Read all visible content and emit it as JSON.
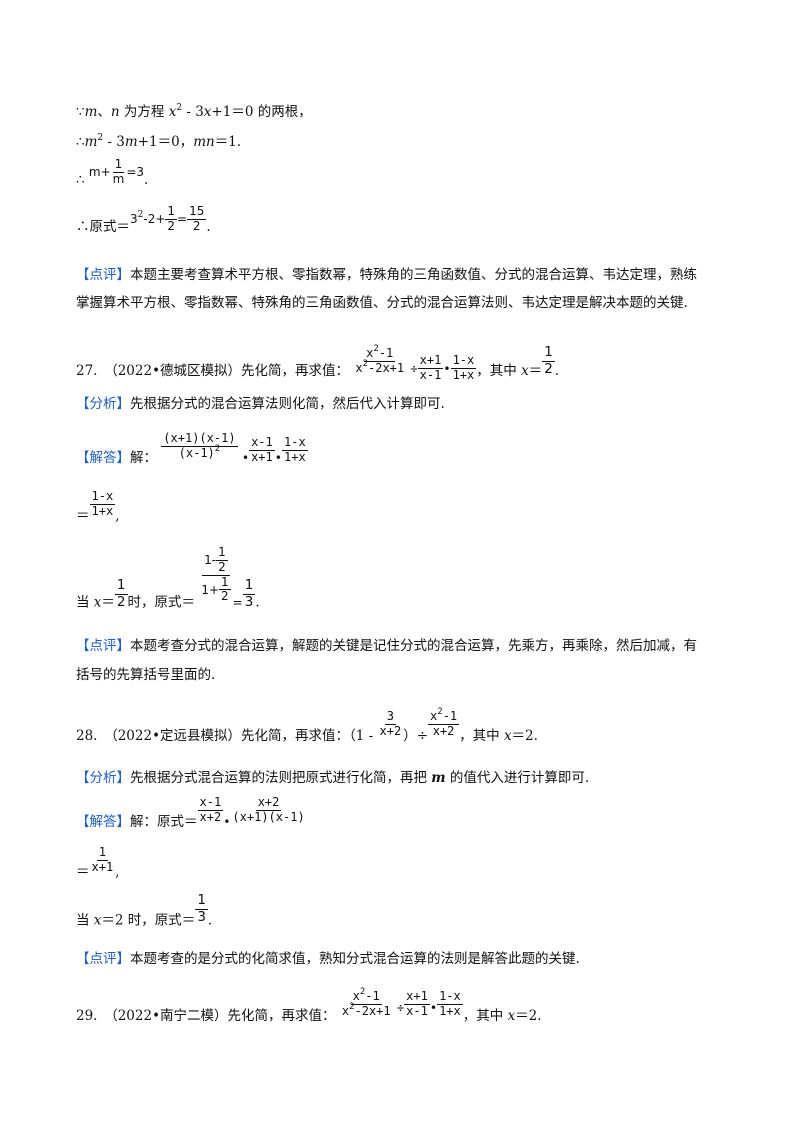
{
  "lines": {
    "l1_a": "∵",
    "l1_m": "m",
    "l1_sep": "、",
    "l1_n": "n",
    "l1_b": " 为方程 ",
    "l1_x": "x",
    "l1_sq": "2",
    "l1_c": " - 3",
    "l1_x2": "x",
    "l1_d": "+1＝0 的两根，",
    "l2_a": "∴",
    "l2_m": "m",
    "l2_sq": "2",
    "l2_b": " - 3",
    "l2_m2": "m",
    "l2_c": "+1＝0，",
    "l2_mn": "mn",
    "l2_d": "＝1.",
    "l3_a": "∴",
    "l3_m": "m+",
    "l3_num": "1",
    "l3_den": "m",
    "l3_eq": "=3",
    "l3_end": ".",
    "l4_a": "∴原式＝",
    "l4_b": "3",
    "l4_sq": "2",
    "l4_c": "-2+",
    "l4_num": "1",
    "l4_den": "2",
    "l4_eq": "=",
    "l4_num2": "15",
    "l4_den2": "2",
    "l4_end": "."
  },
  "comment26": {
    "tag": "【点评】",
    "line1": "本题主要考查算术平方根、零指数幂，特殊角的三角函数值、分式的混合运算、韦达定理，熟练",
    "line2": "掌握算术平方根、零指数幂、特殊角的三角函数值、分式的混合运算法则、韦达定理是解决本题的关键."
  },
  "q27": {
    "head": "27.　（2022•德城区模拟）先化简，再求值：",
    "f1_num": "x",
    "f1_sq": "2",
    "f1_num_b": "-1",
    "f1_den_a": "x",
    "f1_den_sq": "2",
    "f1_den_b": "-2x+1",
    "op1": "÷",
    "f2_num": "x+1",
    "f2_den": "x-1",
    "op2": "•",
    "f3_num": "1-x",
    "f3_den": "1+x",
    "tail": "，其中 ",
    "var": "x",
    "eq": "＝",
    "v_num": "1",
    "v_den": "2",
    "end": ".",
    "analysis_tag": "【分析】",
    "analysis": "先根据分式的混合运算法则化简，然后代入计算即可.",
    "answer_tag": "【解答】",
    "answer_lead": "解：",
    "s1_num": "(x+1)(x-1)",
    "s1_den_a": "(x-1)",
    "s1_den_sq": "2",
    "s1_op": "•",
    "s1_f2_num": "x-1",
    "s1_f2_den": "x+1",
    "s1_op2": "•",
    "s1_f3_num": "1-x",
    "s1_f3_den": "1+x",
    "s2_eq": "＝",
    "s2_num": "1-x",
    "s2_den": "1+x",
    "s2_end": ",",
    "s3_a": "当 ",
    "s3_var": "x",
    "s3_eq": "＝",
    "s3_num": "1",
    "s3_den": "2",
    "s3_b": "时，原式＝",
    "s3_big_num_a": "1-",
    "s3_big_num_n": "1",
    "s3_big_num_d": "2",
    "s3_big_den_a": "1+",
    "s3_big_den_n": "1",
    "s3_big_den_d": "2",
    "s3_eq2": "=",
    "s3_r_num": "1",
    "s3_r_den": "3",
    "s3_end": ".",
    "comment_tag": "【点评】",
    "comment_line1": "本题考查分式的混合运算，解题的关键是记住分式的混合运算，先乘方，再乘除，然后加减，有",
    "comment_line2": "括号的先算括号里面的."
  },
  "q28": {
    "head": "28.　（2022•定远县模拟）先化简，再求值：（1 - ",
    "f1_num": "3",
    "f1_den": "x+2",
    "op1": "）÷",
    "f2_num_a": "x",
    "f2_sq": "2",
    "f2_num_b": "-1",
    "f2_den": "x+2",
    "tail": "，其中 ",
    "var": "x",
    "val": "＝2.",
    "analysis_tag": "【分析】",
    "analysis_a": "先根据分式混合运算的法则把原式进行化简，再把 ",
    "analysis_m": "m",
    "analysis_b": " 的值代入进行计算即可.",
    "answer_tag": "【解答】",
    "answer_lead": "解：原式＝",
    "s1_f1_num": "x-1",
    "s1_f1_den": "x+2",
    "s1_op": "•",
    "s1_f2_num": "x+2",
    "s1_f2_den": "(x+1)(x-1)",
    "s2_eq": "＝",
    "s2_num": "1",
    "s2_den": "x+1",
    "s2_end": ",",
    "s3_a": "当 ",
    "s3_var": "x",
    "s3_b": "＝2 时，原式＝",
    "s3_num": "1",
    "s3_den": "3",
    "s3_end": ".",
    "comment_tag": "【点评】",
    "comment": "本题考查的是分式的化简求值，熟知分式混合运算的法则是解答此题的关键."
  },
  "q29": {
    "head": "29.　（2022•南宁二模）先化简，再求值：",
    "f1_num_a": "x",
    "f1_sq": "2",
    "f1_num_b": "-1",
    "f1_den_a": "x",
    "f1_den_sq": "2",
    "f1_den_b": "-2x+1",
    "op1": "÷",
    "f2_num": "x+1",
    "f2_den": "x-1",
    "op2": "•",
    "f3_num": "1-x",
    "f3_den": "1+x",
    "tail": "，其中 ",
    "var": "x",
    "val": "＝2."
  }
}
